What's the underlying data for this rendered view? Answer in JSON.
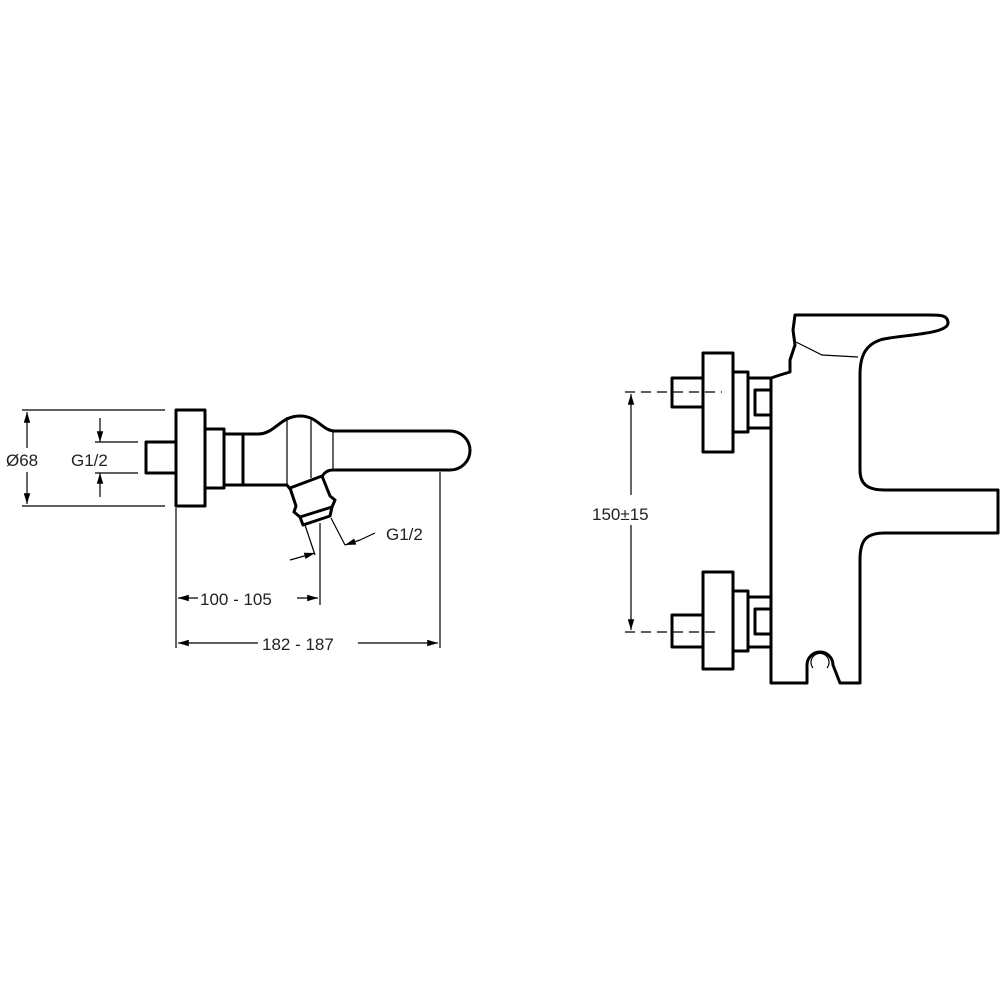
{
  "side_view": {
    "diameter_label": "Ø68",
    "inlet_thread_label": "G1/2",
    "outlet_thread_label": "G1/2",
    "outlet_offset_label": "100 - 105",
    "total_depth_label": "182 - 187"
  },
  "front_view": {
    "center_distance_label": "150±15"
  },
  "colors": {
    "line": "#000000",
    "background": "#ffffff"
  }
}
